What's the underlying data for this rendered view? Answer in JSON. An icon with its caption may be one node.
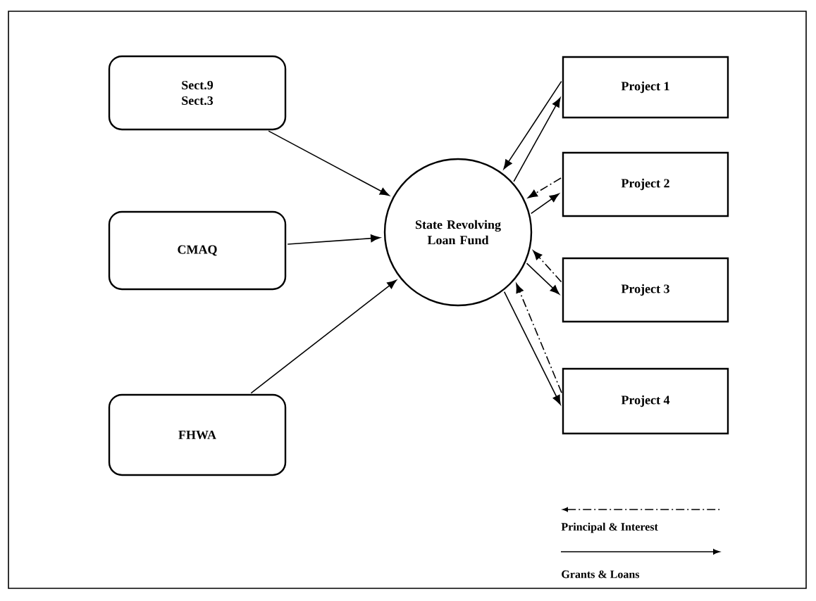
{
  "diagram": {
    "nodes": [
      {
        "text": [
          "Sect.9 Sect.3"
        ]
      },
      {
        "text": [
          "CMAQ"
        ]
      },
      {
        "text": [
          "FHWA"
        ]
      },
      {
        "text": [
          "State Revolving Loan Fund"
        ]
      },
      {
        "text": [
          "Project 1"
        ]
      },
      {
        "text": [
          "Project 2"
        ]
      },
      {
        "text": [
          "Project 3"
        ]
      },
      {
        "text": [
          "Project 4"
        ]
      }
    ],
    "edges": [
      {
        "from": 0,
        "to": 3,
        "arrow": "to"
      },
      {
        "from": 1,
        "to": 3,
        "arrow": "to"
      },
      {
        "from": 2,
        "to": 3,
        "arrow": "to"
      },
      {
        "from": 3,
        "to": 4,
        "arrow": "to"
      },
      {
        "from": 4,
        "to": 3,
        "arrow": "to"
      },
      {
        "from": 3,
        "to": 5,
        "arrow": "to"
      },
      {
        "from": 5,
        "to": 3,
        "arrow": "to",
        "style": "dashed"
      },
      {
        "from": 3,
        "to": 6,
        "arrow": "to"
      },
      {
        "from": 6,
        "to": 3,
        "arrow": "to",
        "style": "dashed"
      },
      {
        "from": 3,
        "to": 7,
        "arrow": "to"
      },
      {
        "from": 7,
        "to": 3,
        "arrow": "to",
        "style": "dashed"
      }
    ],
    "legend": [
      {
        "text": "Principal & Interest"
      },
      {
        "text": "Grants & Loans"
      }
    ]
  }
}
